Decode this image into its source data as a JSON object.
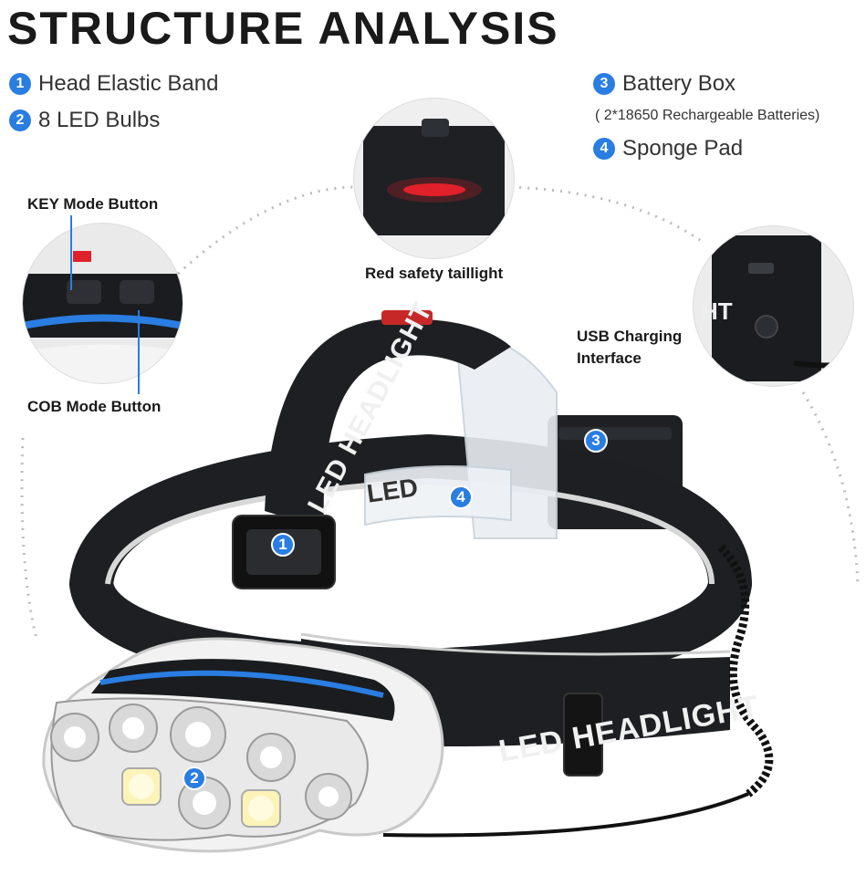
{
  "title": "STRUCTURE ANALYSIS",
  "legend": [
    {
      "num": "1",
      "label": "Head Elastic Band"
    },
    {
      "num": "2",
      "label": "8 LED Bulbs"
    },
    {
      "num": "3",
      "label": "Battery Box"
    },
    {
      "num": "4",
      "label": "Sponge Pad"
    }
  ],
  "battery_note": "( 2*18650 Rechargeable Batteries)",
  "callouts": {
    "key_mode": "KEY Mode Button",
    "cob_mode": "COB Mode Button",
    "taillight": "Red safety taillight",
    "usb_line1": "USB Charging",
    "usb_line2": "Interface"
  },
  "band_text": {
    "front": "LED HEADLIGHT",
    "top": "LED HEADLIGHT",
    "clear": "LED",
    "usb_icon_text": "HT"
  },
  "markers": [
    "1",
    "2",
    "3",
    "4"
  ],
  "colors": {
    "accent": "#2a7de1",
    "band": "#1d1f22",
    "red": "#e0202a"
  }
}
